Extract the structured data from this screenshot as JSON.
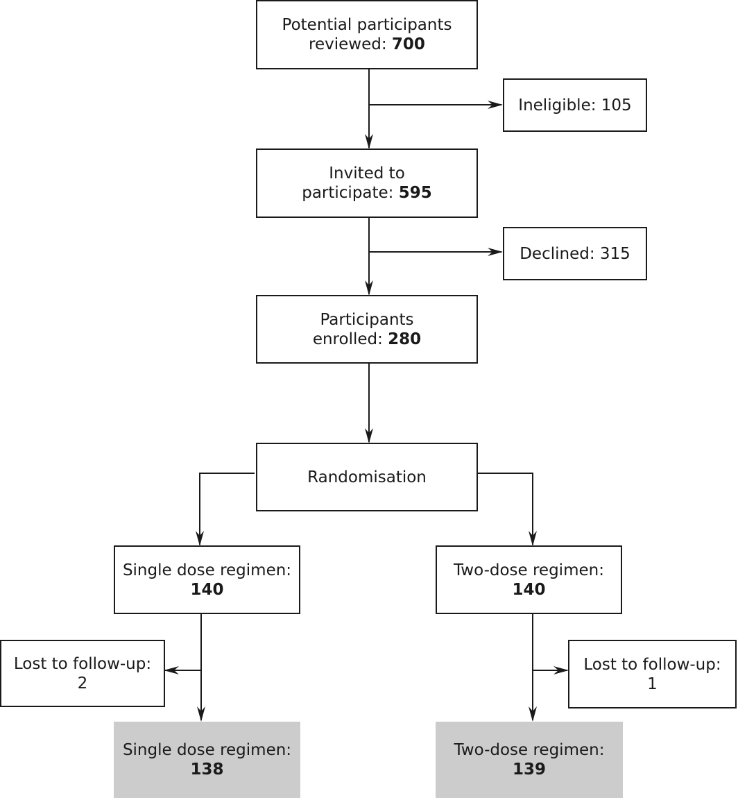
{
  "flowchart": {
    "reviewed": {
      "line1": "Potential participants",
      "line2_text": "reviewed: ",
      "count": "700"
    },
    "ineligible": {
      "text": "Ineligible: 105"
    },
    "invited": {
      "line1": "Invited to",
      "line2_text": "participate: ",
      "count": "595"
    },
    "declined": {
      "text": "Declined: 315"
    },
    "enrolled": {
      "line1": "Participants",
      "line2_text": "enrolled: ",
      "count": "280"
    },
    "randomisation": {
      "text": "Randomisation"
    },
    "single_dose": {
      "label": "Single dose regimen:",
      "count": "140"
    },
    "two_dose": {
      "label": "Two-dose regimen:",
      "count": "140"
    },
    "lost_single": {
      "label": "Lost to follow-up:",
      "count": "2"
    },
    "lost_two": {
      "label": "Lost to follow-up:",
      "count": "1"
    },
    "final_single": {
      "label": "Single dose regimen:",
      "count": "138"
    },
    "final_two": {
      "label": "Two-dose regimen:",
      "count": "139"
    }
  }
}
